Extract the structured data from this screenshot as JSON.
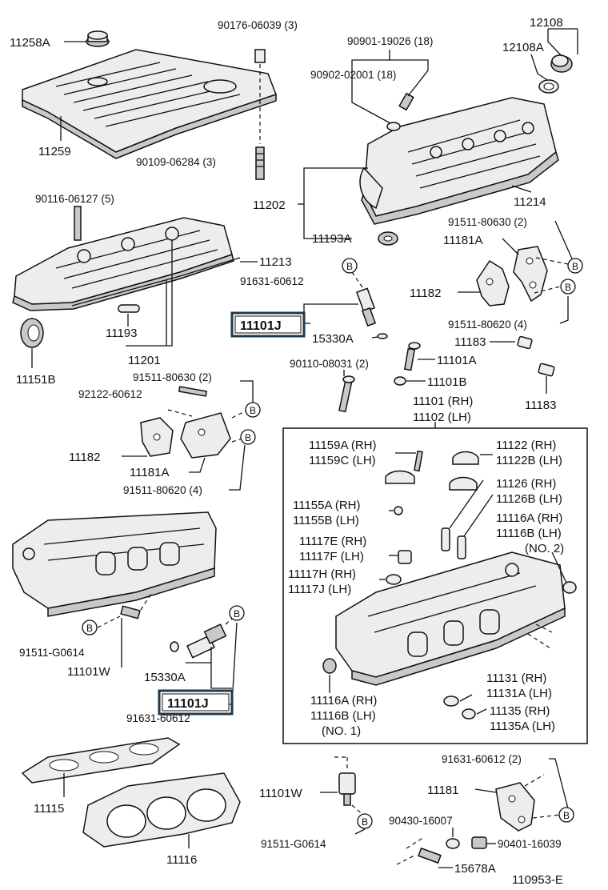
{
  "diagram_id": "110953-E",
  "labels": {
    "p11258A": "11258A",
    "p90176": "90176-06039 (3)",
    "p12108": "12108",
    "p12108A": "12108A",
    "p90901": "90901-19026 (18)",
    "p90902": "90902-02001 (18)",
    "p11259": "11259",
    "p90109": "90109-06284 (3)",
    "p11202": "11202",
    "p11214": "11214",
    "p90116": "90116-06127 (5)",
    "p91511_80630_top": "91511-80630 (2)",
    "p11193A": "11193A",
    "p11181A_top": "11181A",
    "p11213": "11213",
    "p91631_top": "91631-60612",
    "p11182_top": "11182",
    "p11101J_top": "11101J",
    "p15330A_top": "15330A",
    "p91511_80620_top": "91511-80620 (4)",
    "p11193": "11193",
    "p11183_a": "11183",
    "p11151B": "11151B",
    "p11201": "11201",
    "p90110": "90110-08031 (2)",
    "p11101A": "11101A",
    "p11101B": "11101B",
    "p11183_b": "11183",
    "p91511_80630_mid": "91511-80630 (2)",
    "p92122": "92122-60612",
    "p11101_rh": "11101 (RH)",
    "p11102_lh": "11102 (LH)",
    "p11182_mid": "11182",
    "p11181A_mid": "11181A",
    "p91511_80620_mid": "91511-80620 (4)",
    "p11159A": "11159A (RH)",
    "p11159C": "11159C (LH)",
    "p11122": "11122  (RH)",
    "p11122B": "11122B (LH)",
    "p11126": "11126  (RH)",
    "p11126B": "11126B (LH)",
    "p11155A": "11155A (RH)",
    "p11155B": "11155B (LH)",
    "p11116A_r": "11116A (RH)",
    "p11116B_r": "11116B (LH)",
    "p_no2": "(NO. 2)",
    "p11117E": "11117E (RH)",
    "p11117F": "11117F (LH)",
    "p11117H": "11117H (RH)",
    "p11117J": "11117J (LH)",
    "p91511_G0614_l": "91511-G0614",
    "p11101W_l": "11101W",
    "p15330A_bot": "15330A",
    "p11101J_bot": "11101J",
    "p91631_bot": "91631-60612",
    "p11116A_l": "11116A (RH)",
    "p11116B_l": "11116B (LH)",
    "p_no1": "(NO. 1)",
    "p11131": "11131   (RH)",
    "p11131A": "11131A (LH)",
    "p11135": "11135   (RH)",
    "p11135A": "11135A (LH)",
    "p11115": "11115",
    "p11116": "11116",
    "p11101W_b": "11101W",
    "p91511_G0614_b": "91511-G0614",
    "p91631_2": "91631-60612 (2)",
    "p11181": "11181",
    "p90430": "90430-16007",
    "p90401": "90401-16039",
    "p15678A": "15678A"
  },
  "callout_letter": "B",
  "highlighted_part": "11101J"
}
